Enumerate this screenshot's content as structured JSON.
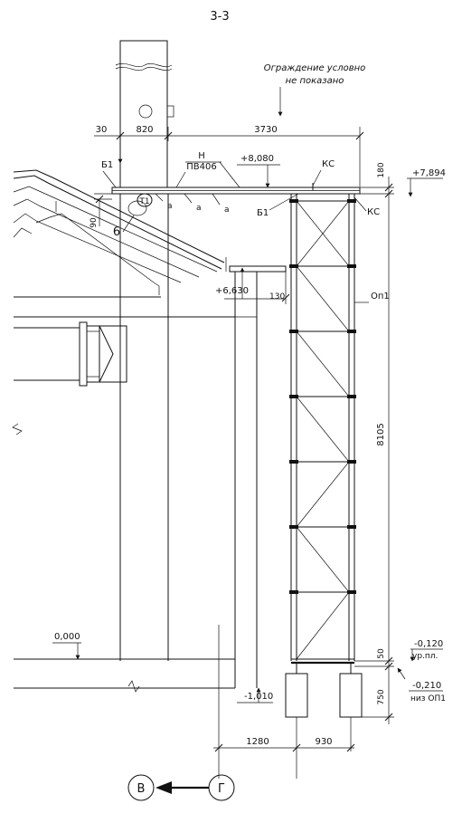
{
  "drawing": {
    "section_title": "3-3",
    "note_line1": "Ограждение условно",
    "note_line2": "не показано",
    "beam_mark_h": "Н",
    "beam_profile": "ПВ406",
    "b1_left": "Б1",
    "b1_right": "Б1",
    "ks_top": "КС",
    "ks_right": "КС",
    "t1_label": "Т1",
    "node_6": "6",
    "a1": "а",
    "a2": "а",
    "a3": "а",
    "column_label": "Оп1"
  },
  "dimensions": {
    "d30": "30",
    "d820": "820",
    "d3730": "3730",
    "d180": "180",
    "d90": "90",
    "d130": "130",
    "d8105": "8105",
    "d50": "50",
    "d750": "750",
    "d1280": "1280",
    "d930": "930"
  },
  "elevations": {
    "top_beam": "+8,080",
    "right_top": "+7,894",
    "platform": "+6,630",
    "ground": "0,000",
    "floor": "-0,120",
    "floor_note": "ур.пл.",
    "bottom_op1": "-0,210",
    "bottom_op1_note": "низ ОП1",
    "foundation": "-1,010"
  },
  "axes": {
    "axis_left": "В",
    "axis_right": "Г"
  }
}
